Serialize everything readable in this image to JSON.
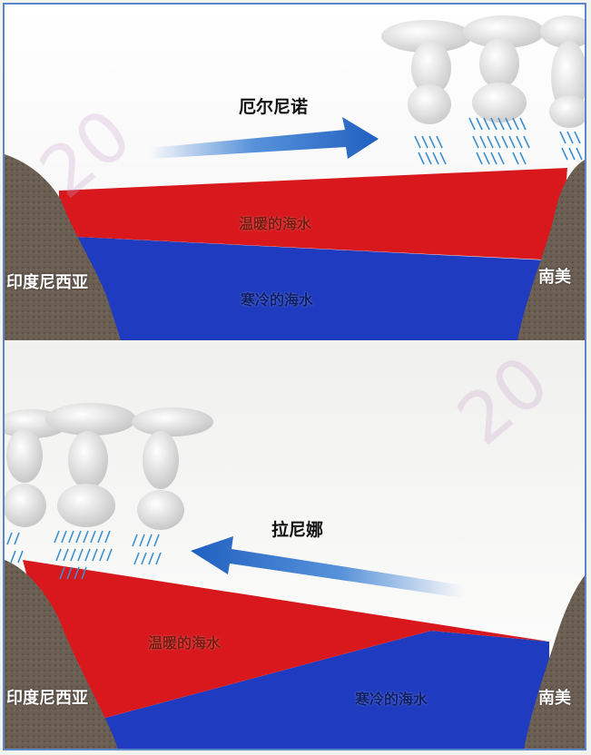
{
  "panels": {
    "el_nino": {
      "phenomenon_label": "厄尔尼诺",
      "warm_water_label": "温暖的海水",
      "cold_water_label": "寒冷的海水",
      "west_land_label": "印度尼西亚",
      "east_land_label": "南美",
      "wind_direction": "west-to-east"
    },
    "la_nina": {
      "phenomenon_label": "拉尼娜",
      "warm_water_label": "温暖的海水",
      "cold_water_label": "寒冷的海水",
      "west_land_label": "印度尼西亚",
      "east_land_label": "南美",
      "wind_direction": "east-to-west"
    }
  },
  "colors": {
    "warm_water": "#d8181c",
    "cold_water": "#1f3cc0",
    "arrow": "#2f78d2",
    "land": "#6b5e52",
    "rain": "#3a8fd0",
    "frame": "#5b86c8"
  },
  "watermark": {
    "text_top": "20",
    "text_bottom": "20"
  }
}
